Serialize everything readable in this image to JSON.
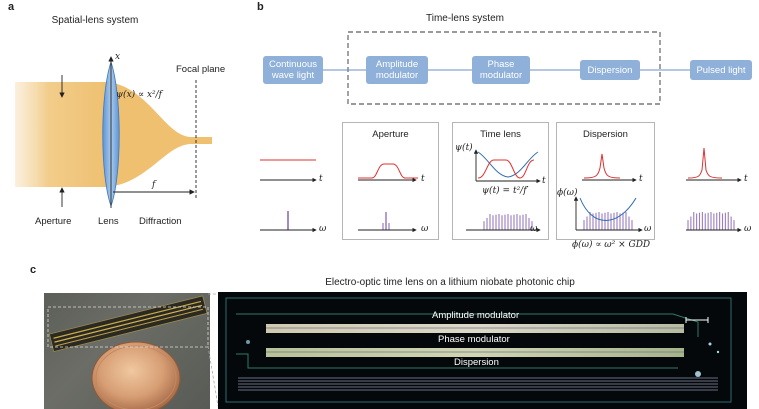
{
  "panel_a": {
    "letter": "a",
    "title": "Spatial-lens system",
    "axis_x": "x",
    "phase_eq": "ψ(x) ∝ x²/f",
    "focal_plane": "Focal plane",
    "focal_length": "f",
    "labels": [
      "Aperture",
      "Lens",
      "Diffraction"
    ]
  },
  "panel_b": {
    "letter": "b",
    "title": "Time-lens system",
    "flow": [
      "Continuous wave light",
      "Amplitude modulator",
      "Phase modulator",
      "Dispersion",
      "Pulsed light"
    ],
    "aperture_box": "Aperture",
    "timelens_box": "Time lens",
    "dispersion_box": "Dispersion",
    "psi_t": "ψ(t)",
    "phi_w": "ϕ(ω)",
    "timelens_eq": "ψ(t) = t²/f′",
    "dispersion_eq": "ϕ(ω) ∝ ω² × GDD",
    "t_axis": "t",
    "w_axis": "ω",
    "colors": {
      "box": "#8fb0d8",
      "red": "#e03030",
      "blue": "#2f6bb0",
      "purple": "#9a7cc0"
    }
  },
  "panel_c": {
    "letter": "c",
    "title": "Electro-optic time lens on a lithium niobate photonic chip",
    "chip_labels": [
      "Amplitude modulator",
      "Phase modulator",
      "Dispersion"
    ]
  }
}
